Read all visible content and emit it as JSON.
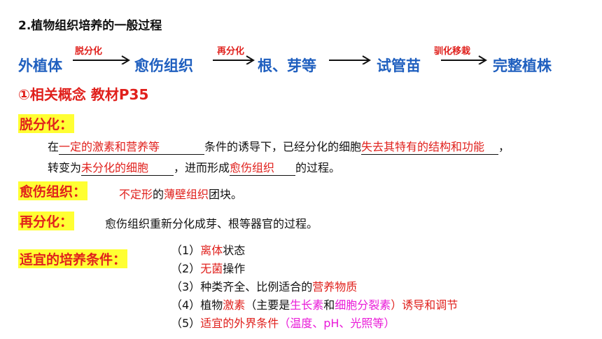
{
  "title": "2.植物组织培养的一般过程",
  "flow": {
    "nodes": [
      "外植体",
      "愈伤组织",
      "根、芽等",
      "试管苗",
      "完整植株"
    ],
    "step_labels": [
      "脱分化",
      "再分化",
      "",
      "驯化移栽"
    ]
  },
  "concept_heading": "①相关概念  教材P35",
  "dedifferentiation": {
    "label": "脱分化：",
    "t1": "在",
    "b1": "一定的激素和营养等",
    "t2": "条件的诱导下，已经分化的细胞",
    "b2": "失去其特有的结构和功能",
    "t3": "，",
    "t4": "转变为",
    "b3": "未分化的细胞",
    "t5": "，进而形成",
    "b4": "愈伤组织",
    "t6": "的过程。"
  },
  "callus": {
    "label": "愈伤组织：",
    "p1": "不定形",
    "p2": "的",
    "p3": "薄壁组织",
    "p4": "团块。"
  },
  "redifferentiation": {
    "label": "再分化：",
    "text": "愈伤组织重新分化成芽、根等器官的过程。"
  },
  "conditions": {
    "label": "适宜的培养条件：",
    "items": [
      {
        "num": "（1）",
        "a": "离体",
        "b": "状态"
      },
      {
        "num": "（2）",
        "a": "无菌",
        "b": "操作"
      },
      {
        "num": "（3）",
        "a": "种类齐全、比例适合的",
        "b": "营养物质"
      },
      {
        "num": "（4）",
        "a": "植物",
        "b": "激素",
        "c": "（主要是",
        "d": "生长素",
        "e": "和",
        "f": "细胞分裂素",
        "g": "）诱导和调节"
      },
      {
        "num": "（5）",
        "a": "适宜的外界条件",
        "b": "（温度、pH、光照等）"
      }
    ]
  }
}
